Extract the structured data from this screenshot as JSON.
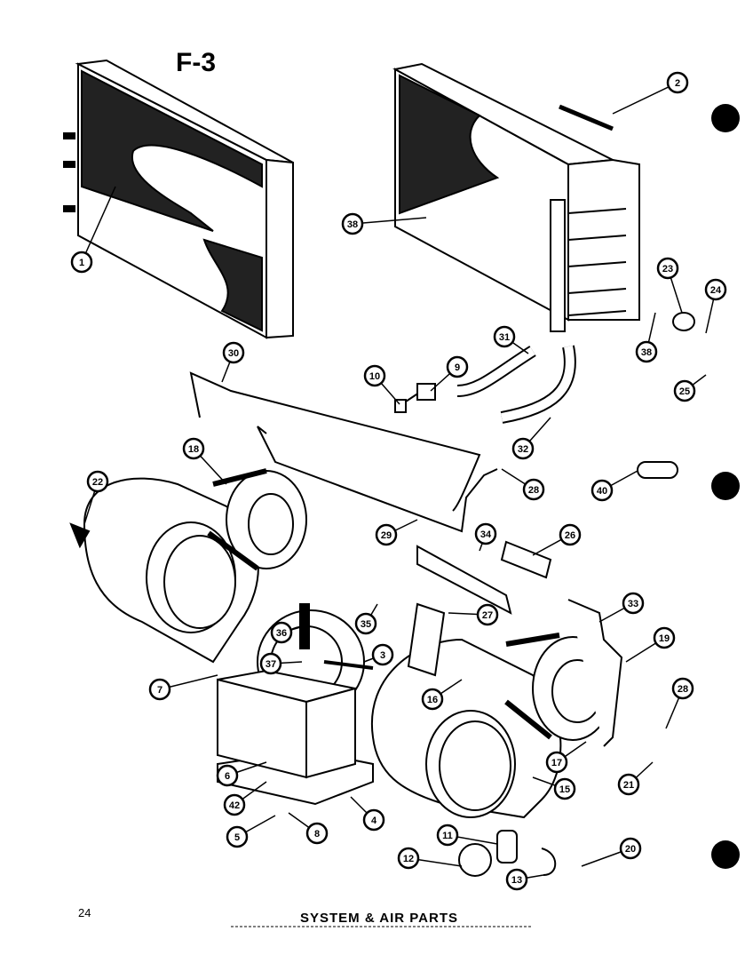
{
  "figure_label": "F-3",
  "page_number": "24",
  "footer_title": "SYSTEM & AIR PARTS",
  "callouts": [
    "1",
    "2",
    "38",
    "23",
    "24",
    "38",
    "25",
    "31",
    "10",
    "9",
    "32",
    "30",
    "28",
    "18",
    "22",
    "29",
    "40",
    "34",
    "26",
    "35",
    "36",
    "27",
    "33",
    "37",
    "3",
    "19",
    "7",
    "16",
    "28",
    "6",
    "17",
    "21",
    "42",
    "15",
    "4",
    "5",
    "8",
    "11",
    "20",
    "12",
    "13"
  ]
}
